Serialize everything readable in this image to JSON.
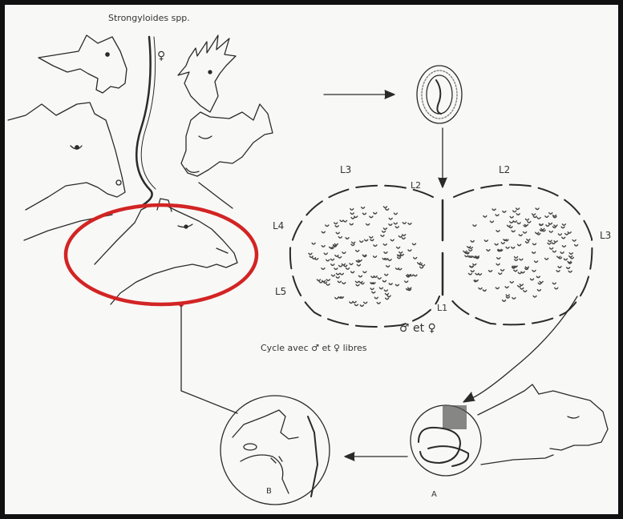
{
  "labels": {
    "title": "Strongyloides spp.",
    "female_symbol": "♀",
    "l3_top": "L3",
    "l2_top": "L2",
    "l2_right": "L2",
    "l4": "L4",
    "l3_right": "L3",
    "l5": "L5",
    "l1": "L1",
    "male_female": "♂ et ♀",
    "cycle": "Cycle avec ♂ et ♀ libres",
    "panel_b": "B",
    "panel_a": "A"
  },
  "colors": {
    "line": "#2a2a2a",
    "highlight": "#d22424",
    "egg_shading": "#777777"
  }
}
